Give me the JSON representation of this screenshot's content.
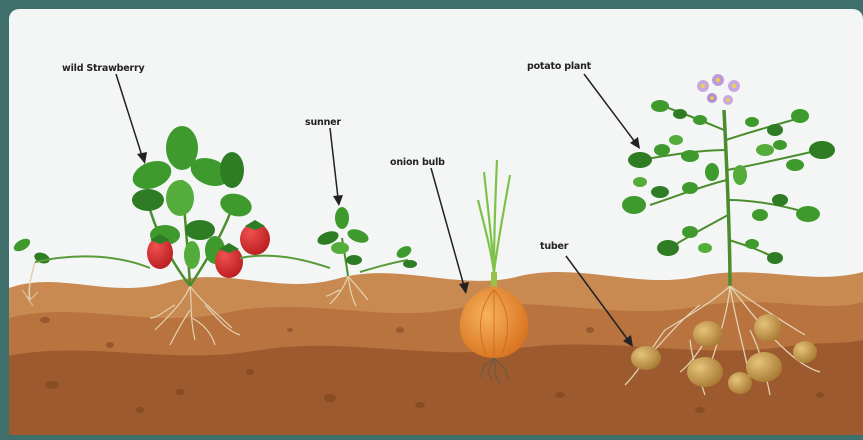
{
  "labels": {
    "wild_strawberry": "wild Strawberry",
    "runner": "sunner",
    "onion_bulb": "onion bulb",
    "potato_plant": "potato plant",
    "tuber": "tuber"
  },
  "colors": {
    "frame": "#3f6f6b",
    "sky": "#f4f6f6",
    "soil_top": "#c98a52",
    "soil_mid": "#b8733f",
    "soil_deep": "#9c5a2e",
    "leaf": "#3f9a2e",
    "strawberry": "#d8282a",
    "onion": "#e8862a",
    "potato": "#c9a052",
    "flower": "#c9a8e0"
  },
  "icons": [
    "strawberry-plant",
    "runner-plantlet",
    "onion-bulb",
    "potato-plant",
    "potato-tuber",
    "arrow"
  ]
}
